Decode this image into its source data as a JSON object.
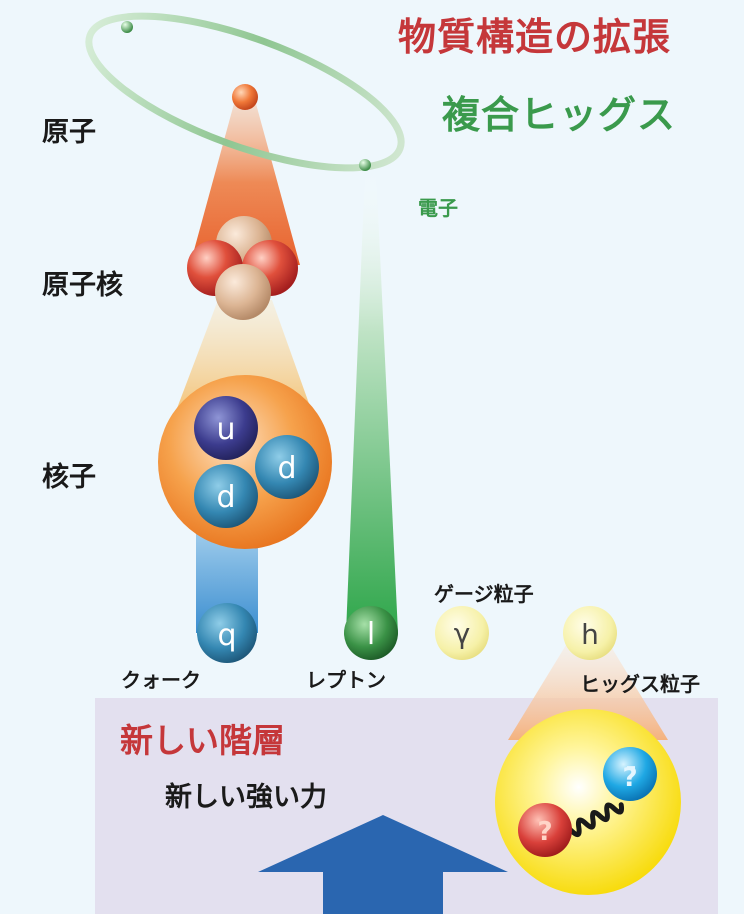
{
  "titles": {
    "expansion": "物質構造の拡張",
    "composite_higgs": "複合ヒッグス"
  },
  "levels": {
    "atom": "原子",
    "nucleus": "原子核",
    "nucleon": "核子"
  },
  "labels": {
    "electron": "電子",
    "gauge_particle": "ゲージ粒子",
    "quark": "クォーク",
    "lepton": "レプトン",
    "higgs_particle": "ヒッグス粒子",
    "new_layer": "新しい階層",
    "new_strong_force": "新しい強い力"
  },
  "particles": {
    "up": "u",
    "down": "d",
    "quark": "q",
    "lepton": "l",
    "gamma": "γ",
    "higgs": "h",
    "unknown": "?",
    "unknown_anti": "?̄"
  },
  "colors": {
    "title_red": "#c5373a",
    "title_green": "#3a9a4c",
    "new_layer_box": "#e3e0ef",
    "arrow_blue": "#2a66b0",
    "nucleon_orange": "#f08c2c",
    "higgs_yellow": "#ffe81e",
    "lepton_green": "#33a84a",
    "quark_blue": "#3e8fd0"
  }
}
